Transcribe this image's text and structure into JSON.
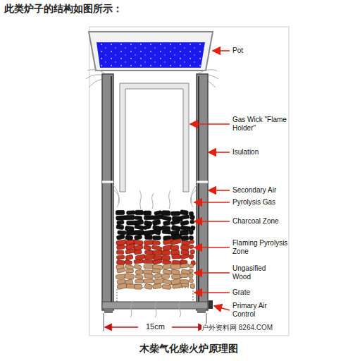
{
  "diagram": {
    "title": "此类炉子的结构如图所示：",
    "caption": "木柴气化柴火炉原理图",
    "labels": [
      "Pot",
      "Gas Wick \"Flame Holder\"",
      "Isulation",
      "Secondary Air",
      "Pyrolysis Gas",
      "Charcoal Zone",
      "Flaming Pyrolysis Zone",
      "Ungasified Wood",
      "Grate",
      "Primary Air Control",
      "15cm",
      "户外资料网 8264.COM"
    ]
  }
}
